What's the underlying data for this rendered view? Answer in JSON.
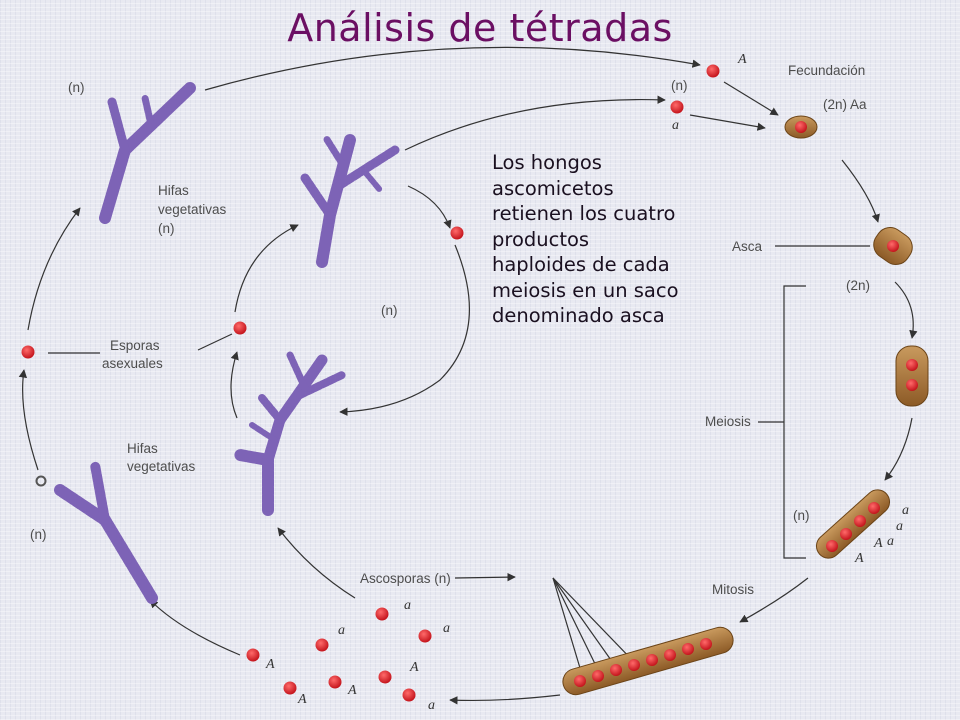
{
  "title": "Análisis de tétradas",
  "description": [
    "Los hongos",
    "ascomicetos",
    "retienen los cuatro",
    "productos",
    "haploides de cada",
    "meiosis en un saco",
    "denominado asca"
  ],
  "labels": {
    "fecundacion": "Fecundación",
    "diploid_Aa": "(2n) Aa",
    "asca": "Asca",
    "two_n": "(2n)",
    "meiosis": "Meiosis",
    "mitosis": "Mitosis",
    "ascosporas": "Ascosporas (n)",
    "hifas_top": [
      "Hifas",
      "vegetativas",
      "(n)"
    ],
    "hifas_bottom": [
      "Hifas",
      "vegetativas"
    ],
    "esporas": [
      "Esporas",
      "asexuales"
    ],
    "n_top_left": "(n)",
    "n_gamete": "(n)",
    "n_middle": "(n)",
    "n_bottom_left": "(n)",
    "n_tetrad": "(n)"
  },
  "alleles": {
    "gamete_A": "A",
    "gamete_a": "a",
    "tetrad": [
      "a",
      "a",
      "a",
      "A",
      "A"
    ],
    "ascospores": [
      "a",
      "a",
      "a",
      "A",
      "A",
      "A",
      "A",
      "a"
    ]
  },
  "colors": {
    "title": "#6b0f63",
    "hypha": "#7d63b6",
    "spore": "#d8242c",
    "ascus": "#a8743b",
    "arrow": "#333333"
  },
  "icons": [
    "hypha-shape",
    "spore-dot",
    "ascus-capsule",
    "arrow"
  ]
}
